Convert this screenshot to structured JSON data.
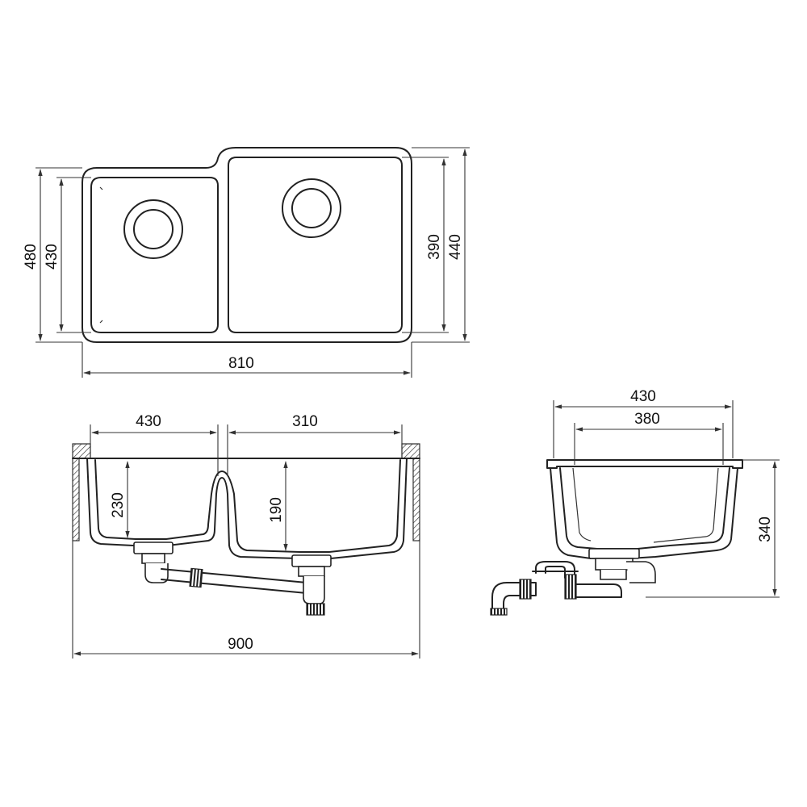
{
  "top_view": {
    "overall_width": "810",
    "overall_depth": "480",
    "left_bowl_depth": "430",
    "right_bowl_depth": "390",
    "right_outer_depth": "440"
  },
  "front_section": {
    "left_bowl_width": "430",
    "right_bowl_width": "310",
    "left_bowl_height": "230",
    "right_bowl_height": "190",
    "overall_width": "900"
  },
  "side_section": {
    "outer_width": "430",
    "inner_width": "380",
    "overall_height": "340"
  },
  "colors": {
    "line": "#222222",
    "background": "#ffffff"
  }
}
